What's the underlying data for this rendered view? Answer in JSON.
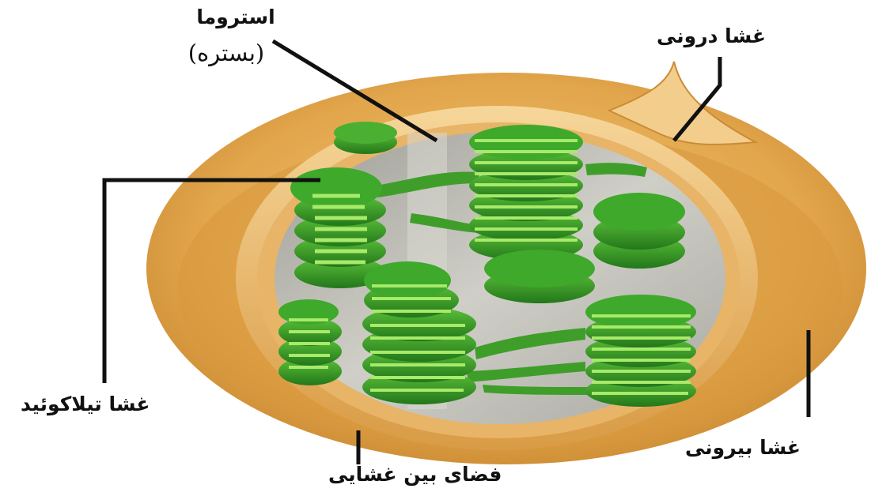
{
  "labels": {
    "stroma": "استروما",
    "stroma_sub": "(بستره)",
    "inner_membrane": "غشا درونی",
    "thylakoid_membrane": "غشا تیلاکوئید",
    "outer_membrane": "غشا بیرونی",
    "intermembrane_space": "فضای بین غشایی"
  },
  "colors": {
    "outer_membrane": "#e3a84e",
    "inner_membrane": "#efc27a",
    "stroma": "#bdbdb5",
    "grana_dark": "#2f8f22",
    "grana_light": "#9fe05a",
    "leader_line": "#111111"
  }
}
